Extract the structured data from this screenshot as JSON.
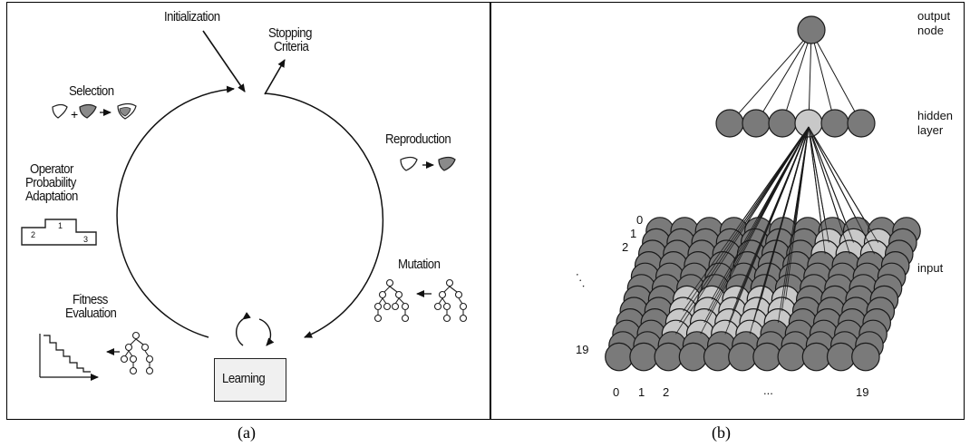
{
  "panel_a": {
    "stages": {
      "initialization": "Initialization",
      "stopping_line1": "Stopping",
      "stopping_line2": "Criteria",
      "selection": "Selection",
      "reproduction": "Reproduction",
      "operator_line1": "Operator",
      "operator_line2": "Probability",
      "operator_line3": "Adaptation",
      "mutation": "Mutation",
      "fitness_line1": "Fitness",
      "fitness_line2": "Evaluation",
      "learning": "Learning"
    },
    "podium": {
      "first": "1",
      "second": "2",
      "third": "3"
    },
    "caption": "(a)"
  },
  "panel_b": {
    "labels": {
      "output_line1": "output",
      "output_line2": "node",
      "hidden_line1": "hidden",
      "hidden_line2": "layer",
      "input": "input"
    },
    "row_ticks": {
      "r0": "0",
      "r1": "1",
      "r2": "2",
      "dots": ". . .",
      "r19": "19"
    },
    "col_ticks": {
      "c0": "0",
      "c1": "1",
      "c2": "2",
      "dots": "...",
      "c19": "19"
    },
    "caption": "(b)"
  },
  "colors": {
    "node_dark": "#7a7a7a",
    "node_light": "#c8c8c8",
    "stroke": "#1a1a1a"
  }
}
